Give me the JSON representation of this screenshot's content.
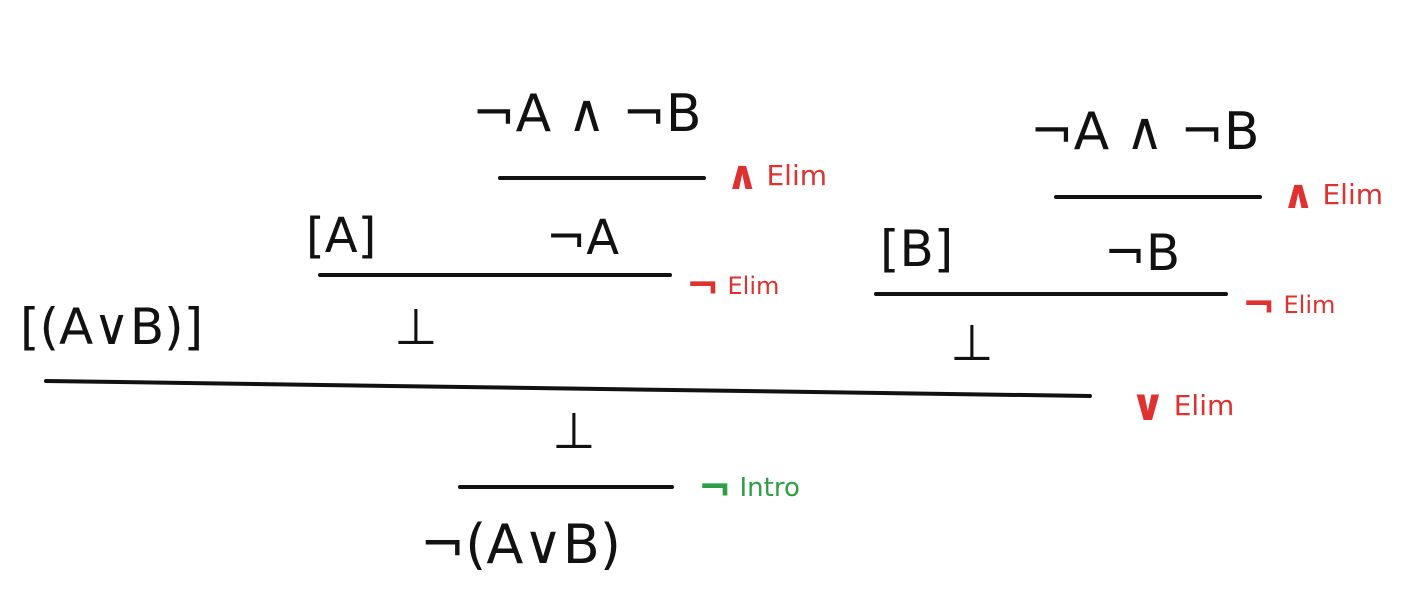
{
  "proof": {
    "left_premise_conj": "¬A ∧ ¬B",
    "left_and_elim_label": "Elim",
    "left_assumption": "[A]",
    "left_neg": "¬A",
    "left_neg_elim_label": "Elim",
    "left_bottom": "⊥",
    "right_premise_conj": "¬A ∧ ¬B",
    "right_and_elim_label": "Elim",
    "right_assumption": "[B]",
    "right_neg": "¬B",
    "right_neg_elim_label": "Elim",
    "right_bottom": "⊥",
    "main_assumption": "[(A∨B)]",
    "or_elim_label": "Elim",
    "middle_bottom": "⊥",
    "neg_intro_label": "Intro",
    "conclusion": "¬(A∨B)"
  },
  "symbols": {
    "and": "∧",
    "or": "∨",
    "neg": "¬"
  },
  "colors": {
    "ink": "#111111",
    "elim": "#e03131",
    "intro": "#2f9e44"
  }
}
